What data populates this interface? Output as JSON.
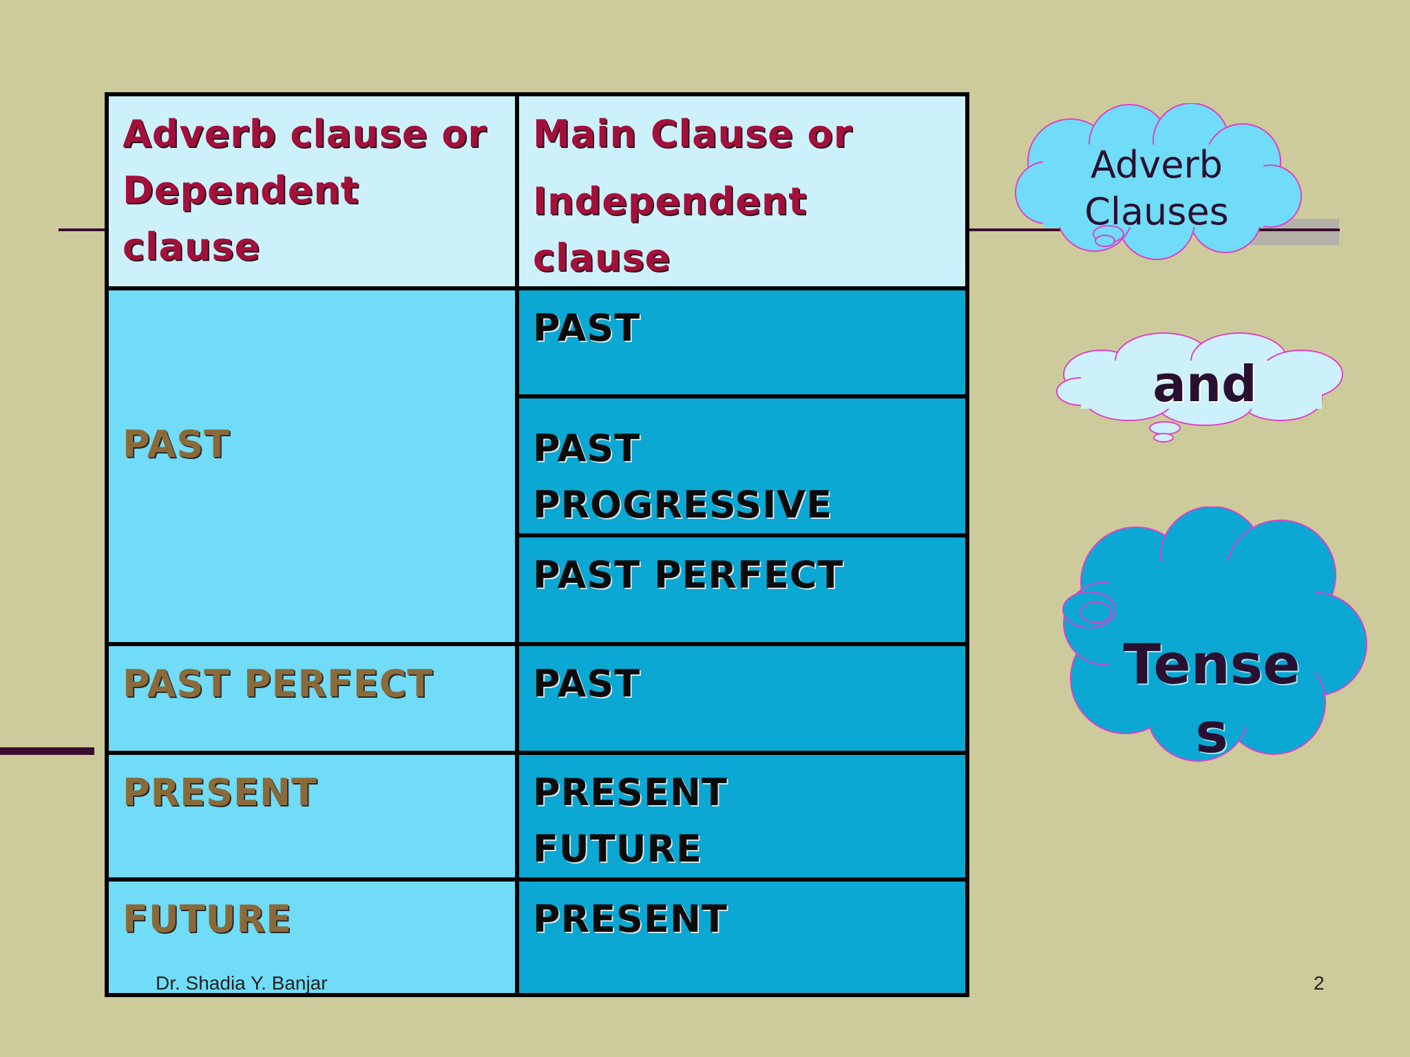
{
  "table": {
    "headers": {
      "dependent": [
        "Adverb clause or",
        "Dependent clause"
      ],
      "main": [
        "Main Clause or",
        "Independent clause"
      ]
    },
    "rows": [
      {
        "dependent": "PAST",
        "main": [
          "PAST",
          "PAST PROGRESSIVE",
          "PAST PERFECT"
        ]
      },
      {
        "dependent": "PAST PERFECT",
        "main": [
          "PAST"
        ]
      },
      {
        "dependent": "PRESENT",
        "main": [
          "PRESENT",
          "FUTURE"
        ]
      },
      {
        "dependent": "FUTURE",
        "main": [
          "PRESENT"
        ]
      }
    ]
  },
  "clouds": {
    "top": [
      "Adverb",
      "Clauses"
    ],
    "middle": "and",
    "bottom": [
      "Tense",
      "s"
    ]
  },
  "footer": {
    "author": "Dr. Shadia Y. Banjar",
    "page_number": "2"
  },
  "colors": {
    "background": "#cdcb9b",
    "header_cell": "#cdf1fb",
    "dependent_cell": "#70dcf7",
    "main_cell": "#0aa8d2",
    "header_text": "#a3103a",
    "dependent_text": "#8b6a3a",
    "cloud_outline": "#e040c8"
  }
}
